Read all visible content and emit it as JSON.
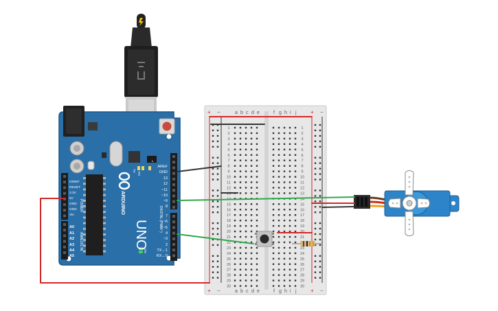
{
  "arduino": {
    "brand": "ARDUINO",
    "model": "UNO",
    "digital_header": "DIGITAL (PWM~)",
    "power_header": "POWER",
    "analog_header": "ANALOG IN",
    "led_on": "ON",
    "led_tx": "TX",
    "led_rx": "RX",
    "led_l": "L",
    "pins_top": [
      "AREF",
      "GND",
      "13",
      "12",
      "~11",
      "~10",
      "~9",
      "8"
    ],
    "pins_bottom": [
      "7",
      "~6",
      "~5",
      "4",
      "~3",
      "2",
      "TX→1",
      "RX←0"
    ],
    "power_pins": [
      "IOREF",
      "RESET",
      "3.3V",
      "5V",
      "GND",
      "GND",
      "Vin"
    ],
    "analog_pins": [
      "A0",
      "A1",
      "A2",
      "A3",
      "A4",
      "A5"
    ]
  },
  "breadboard": {
    "columns_left": [
      "a",
      "b",
      "c",
      "d",
      "e"
    ],
    "columns_right": [
      "f",
      "g",
      "h",
      "i",
      "j"
    ],
    "rail_plus": "+",
    "rail_minus": "−",
    "row_labels": [
      "1",
      "2",
      "3",
      "4",
      "5",
      "6",
      "7",
      "8",
      "9",
      "10",
      "11",
      "12",
      "13",
      "14",
      "15",
      "16",
      "17",
      "18",
      "19",
      "20",
      "21",
      "22",
      "23",
      "24",
      "25",
      "26",
      "27",
      "28",
      "29",
      "30"
    ]
  },
  "colors": {
    "board": "#2a6fa8",
    "board_dark": "#1d5484",
    "breadboard": "#e7e7e7",
    "wire_black": "#333333",
    "wire_green": "#2fa84a",
    "wire_red": "#d32626",
    "servo": "#2d84c8"
  }
}
